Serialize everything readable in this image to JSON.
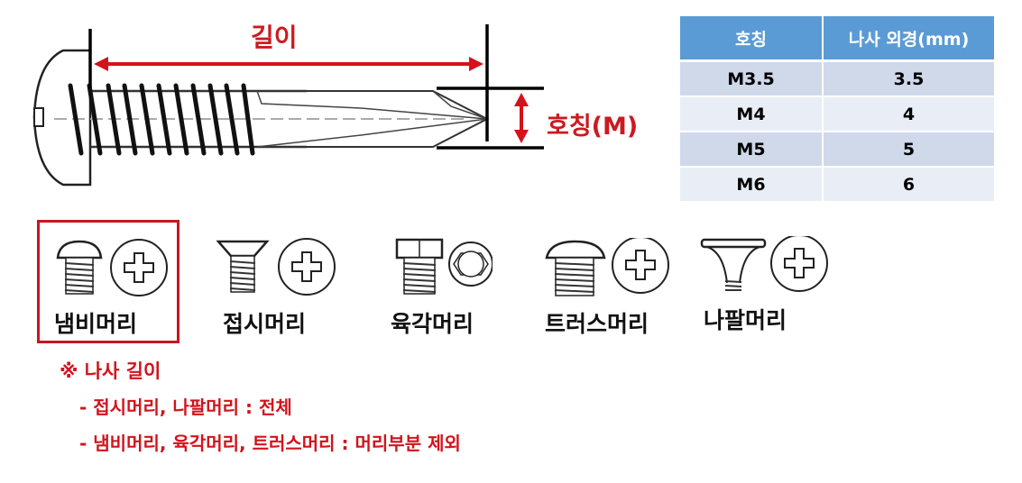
{
  "diagram": {
    "length_label": "길이",
    "diameter_label": "호칭(M)",
    "colors": {
      "annotation_red": "#cc1a1f",
      "dimension_line": "#000000"
    }
  },
  "spec_table": {
    "headers": [
      "호칭",
      "나사 외경(mm)"
    ],
    "rows": [
      {
        "nominal": "M3.5",
        "outer_diameter": "3.5"
      },
      {
        "nominal": "M4",
        "outer_diameter": "4"
      },
      {
        "nominal": "M5",
        "outer_diameter": "5"
      },
      {
        "nominal": "M6",
        "outer_diameter": "6"
      }
    ],
    "colors": {
      "header_bg": "#5b9bd5",
      "row_odd": "#cfd9ea",
      "row_even": "#e9eef6"
    }
  },
  "head_types": [
    {
      "label": "냄비머리",
      "icon": "pan-head-screw-icon",
      "drive": "phillips-drive-icon",
      "highlighted": true
    },
    {
      "label": "접시머리",
      "icon": "flat-head-screw-icon",
      "drive": "phillips-drive-icon",
      "highlighted": false
    },
    {
      "label": "육각머리",
      "icon": "hex-head-screw-icon",
      "drive": "hex-drive-icon",
      "highlighted": false
    },
    {
      "label": "트러스머리",
      "icon": "truss-head-screw-icon",
      "drive": "phillips-drive-icon",
      "highlighted": false
    },
    {
      "label": "나팔머리",
      "icon": "bugle-head-screw-icon",
      "drive": "phillips-drive-icon",
      "highlighted": false
    }
  ],
  "notes": {
    "title": "※ 나사 길이",
    "lines": [
      "- 접시머리, 나팔머리 : 전체",
      "- 냄비머리, 육각머리, 트러스머리 : 머리부분 제외"
    ],
    "color": "#d3121b"
  }
}
